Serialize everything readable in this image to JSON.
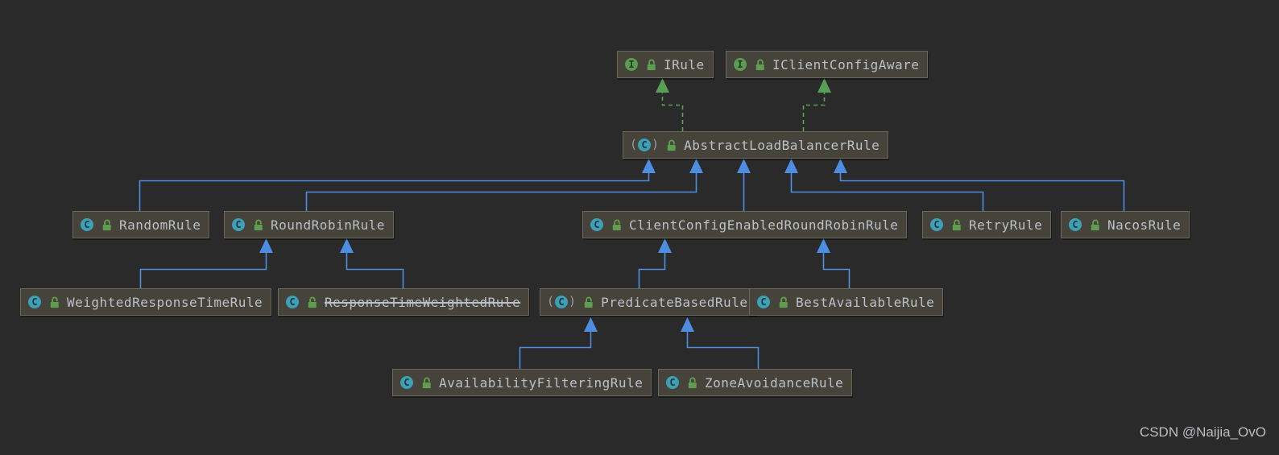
{
  "diagram": {
    "title_hint": "UML inheritance diagram of Ribbon load-balancer IRule implementations",
    "colors": {
      "background": "#2a2a2a",
      "node_fill": "#46433a",
      "node_border": "#6b675c",
      "node_text": "#bac1c9",
      "extends_arrow_blue": "#4d8de2",
      "implements_arrow_green": "#57a457",
      "class_icon_circle": "#3fa0b5",
      "interface_icon_circle": "#5b9b54",
      "unlocked_padlock": "#5f9e50",
      "watermark_text": "#bcbdc0"
    },
    "icon_letters": {
      "class_letter": "C",
      "interface_letter": "I",
      "paren_open": "(",
      "paren_close": ")"
    },
    "nodes": {
      "irule": {
        "label": "IRule",
        "kind": "interface"
      },
      "iclientconfigaware": {
        "label": "IClientConfigAware",
        "kind": "interface"
      },
      "abstractloadbalancerrule": {
        "label": "AbstractLoadBalancerRule",
        "kind": "abstract-class"
      },
      "randomrule": {
        "label": "RandomRule",
        "kind": "class"
      },
      "roundrobinrule": {
        "label": "RoundRobinRule",
        "kind": "class"
      },
      "clientconfigenabledroundrobinrule": {
        "label": "ClientConfigEnabledRoundRobinRule",
        "kind": "class"
      },
      "retryrule": {
        "label": "RetryRule",
        "kind": "class"
      },
      "nacosrule": {
        "label": "NacosRule",
        "kind": "class"
      },
      "weightedresponsetimerule": {
        "label": "WeightedResponseTimeRule",
        "kind": "class"
      },
      "responsetimeweightedrule": {
        "label": "ResponseTimeWeightedRule",
        "kind": "class",
        "deprecated": true
      },
      "predicatebasedrule": {
        "label": "PredicateBasedRule",
        "kind": "abstract-class"
      },
      "bestavailablerule": {
        "label": "BestAvailableRule",
        "kind": "class"
      },
      "availabilityfilteringrule": {
        "label": "AvailabilityFilteringRule",
        "kind": "class"
      },
      "zoneavoidancerule": {
        "label": "ZoneAvoidanceRule",
        "kind": "class"
      }
    },
    "edges": [
      {
        "from": "AbstractLoadBalancerRule",
        "to": "IRule",
        "type": "implements"
      },
      {
        "from": "AbstractLoadBalancerRule",
        "to": "IClientConfigAware",
        "type": "implements"
      },
      {
        "from": "RandomRule",
        "to": "AbstractLoadBalancerRule",
        "type": "extends"
      },
      {
        "from": "RoundRobinRule",
        "to": "AbstractLoadBalancerRule",
        "type": "extends"
      },
      {
        "from": "ClientConfigEnabledRoundRobinRule",
        "to": "AbstractLoadBalancerRule",
        "type": "extends"
      },
      {
        "from": "RetryRule",
        "to": "AbstractLoadBalancerRule",
        "type": "extends"
      },
      {
        "from": "NacosRule",
        "to": "AbstractLoadBalancerRule",
        "type": "extends"
      },
      {
        "from": "WeightedResponseTimeRule",
        "to": "RoundRobinRule",
        "type": "extends"
      },
      {
        "from": "ResponseTimeWeightedRule",
        "to": "RoundRobinRule",
        "type": "extends"
      },
      {
        "from": "PredicateBasedRule",
        "to": "ClientConfigEnabledRoundRobinRule",
        "type": "extends"
      },
      {
        "from": "BestAvailableRule",
        "to": "ClientConfigEnabledRoundRobinRule",
        "type": "extends"
      },
      {
        "from": "AvailabilityFilteringRule",
        "to": "PredicateBasedRule",
        "type": "extends"
      },
      {
        "from": "ZoneAvoidanceRule",
        "to": "PredicateBasedRule",
        "type": "extends"
      }
    ]
  },
  "watermark": {
    "text": "CSDN @Naijia_OvO"
  }
}
